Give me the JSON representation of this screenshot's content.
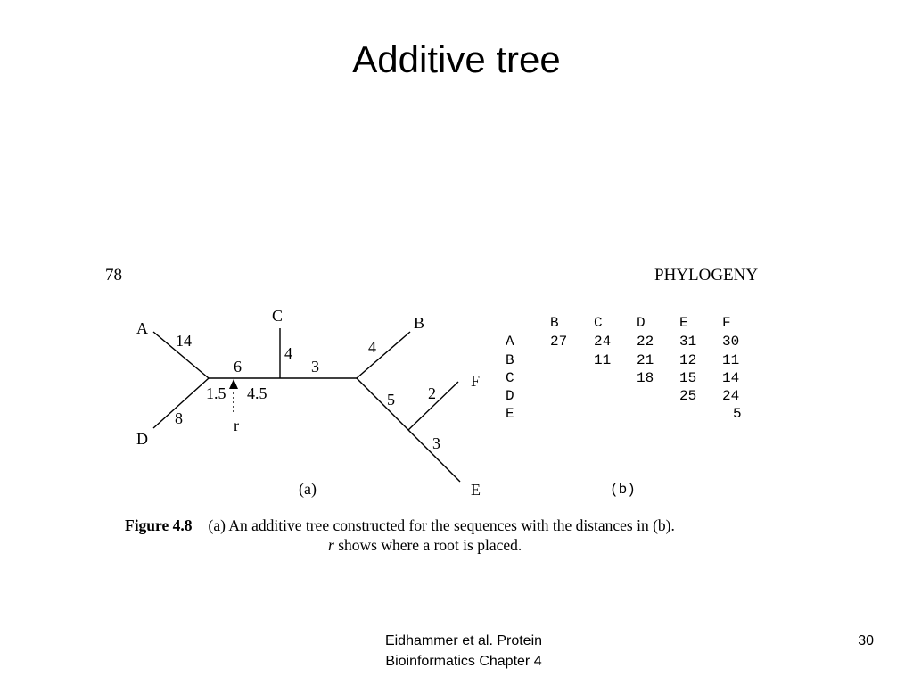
{
  "slide": {
    "title": "Additive tree",
    "footer": {
      "line1": "Eidhammer et al. Protein",
      "line2": "Bioinformatics Chapter 4"
    },
    "page_number": "30"
  },
  "book_page": {
    "page_number": "78",
    "running_head": "PHYLOGENY"
  },
  "tree": {
    "leaves": {
      "A": "A",
      "B": "B",
      "C": "C",
      "D": "D",
      "E": "E",
      "F": "F"
    },
    "branch_lengths": {
      "A": "14",
      "D": "8",
      "left_internal": "6",
      "C": "4",
      "middle_internal": "3",
      "B": "4",
      "right_internal": "5",
      "F": "2",
      "E": "3",
      "root_left": "1.5",
      "root_right": "4.5"
    },
    "root_label": "r",
    "panel_label": "(a)"
  },
  "distance_matrix": {
    "columns": [
      "B",
      "C",
      "D",
      "E",
      "F"
    ],
    "rows": [
      {
        "label": "A",
        "values": [
          "27",
          "24",
          "22",
          "31",
          "30"
        ]
      },
      {
        "label": "B",
        "values": [
          "",
          "11",
          "21",
          "12",
          "11"
        ]
      },
      {
        "label": "C",
        "values": [
          "",
          "",
          "18",
          "15",
          "14"
        ]
      },
      {
        "label": "D",
        "values": [
          "",
          "",
          "",
          "25",
          "24"
        ]
      },
      {
        "label": "E",
        "values": [
          "",
          "",
          "",
          "",
          "5"
        ]
      }
    ],
    "panel_label": "(b)"
  },
  "caption": {
    "figure_label": "Figure 4.8",
    "line1": "(a) An additive tree constructed for the sequences with the distances in (b).",
    "line2_var": "r",
    "line2_rest": " shows where a root is placed."
  }
}
